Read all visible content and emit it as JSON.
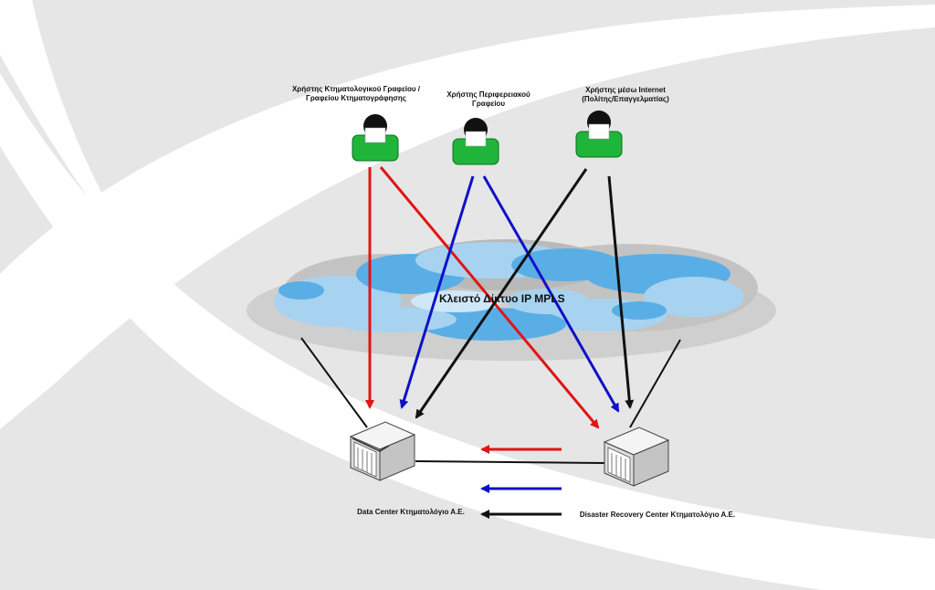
{
  "users": [
    {
      "line1": "Χρήστης Κτηματολογικού Γραφείου /",
      "line2": "Γραφείου Κτηματογράφησης"
    },
    {
      "line1": "Χρήστης Περιφερειακού",
      "line2": "Γραφείου"
    },
    {
      "line1": "Χρήστης μέσω Internet",
      "line2": "(Πολίτης/Επαγγελματίας)"
    }
  ],
  "network": {
    "label": "Κλειστό Δίκτυο IP MPLS"
  },
  "sites": {
    "data_center": "Data Center Κτηματολόγιο Α.Ε.",
    "dr_center": "Disaster Recovery Center Κτηματολόγιο Α.Ε."
  },
  "colors": {
    "background": "#e6e6e6",
    "swoosh": "#ffffff",
    "cloud_dark": "#5aaee6",
    "cloud_light": "#a7d3f0",
    "cloud_shadow": "#cfcfcf",
    "user_body": "#1fb53a",
    "red_link": "#e01515",
    "blue_link": "#1010c8",
    "black_link": "#111111"
  },
  "icons": {
    "user": "user-icon",
    "server": "server-icon",
    "cloud": "cloud-icon"
  }
}
